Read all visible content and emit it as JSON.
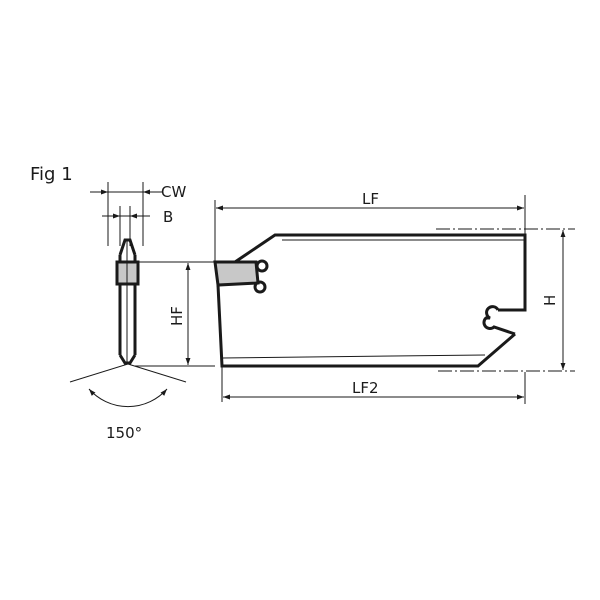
{
  "figure_label": "Fig 1",
  "dimensions": {
    "cw": "CW",
    "b": "B",
    "hf": "HF",
    "lf": "LF",
    "lf2": "LF2",
    "h": "H",
    "angle": "150°"
  },
  "colors": {
    "line": "#1a1a1a",
    "insert_fill": "#c8c8c8",
    "background": "#ffffff"
  }
}
